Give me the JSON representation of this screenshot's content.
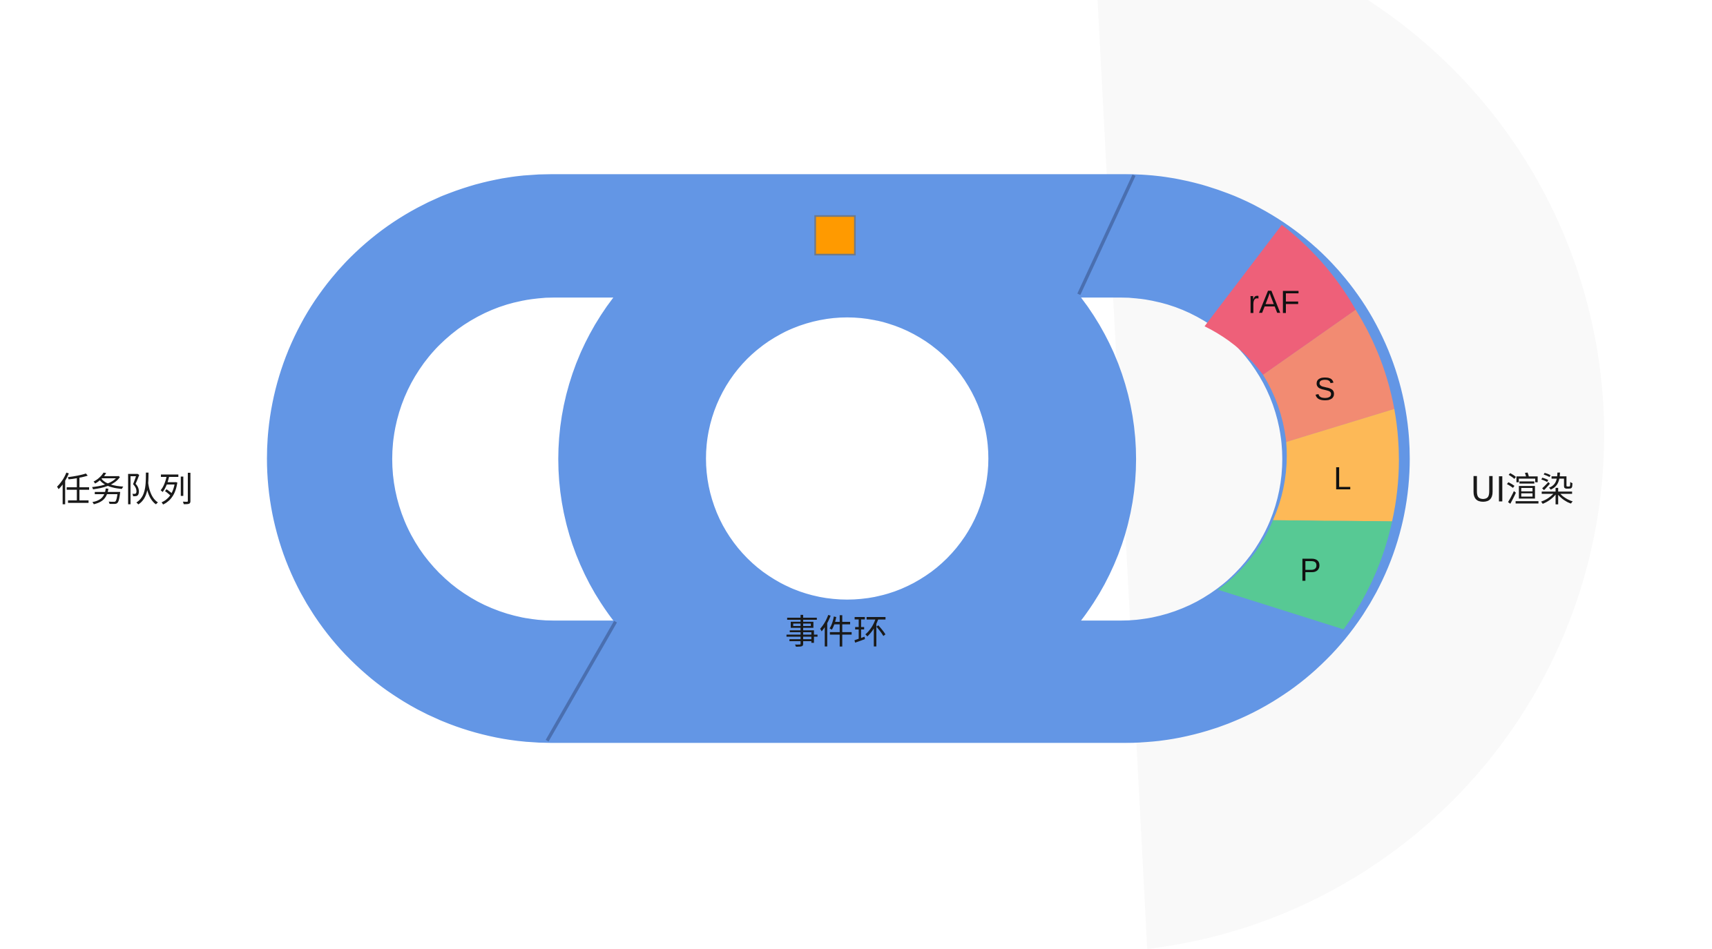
{
  "labels": {
    "task_queue": "任务队列",
    "event_loop": "事件环",
    "ui_render": "UI渲染"
  },
  "render_segments": [
    {
      "name": "raf",
      "label": "rAF",
      "color": "#ee6079"
    },
    {
      "name": "style",
      "label": "S",
      "color": "#f28b72"
    },
    {
      "name": "layout",
      "label": "L",
      "color": "#fdb957"
    },
    {
      "name": "paint",
      "label": "P",
      "color": "#57c994"
    }
  ],
  "colors": {
    "track": "#6396e5",
    "divider": "#4a6fb0",
    "task_square": "#ff9a00",
    "task_square_border": "#6f7a8a",
    "backdrop": "#f9f9f9"
  },
  "icons": {
    "task": "orange-square-icon"
  }
}
